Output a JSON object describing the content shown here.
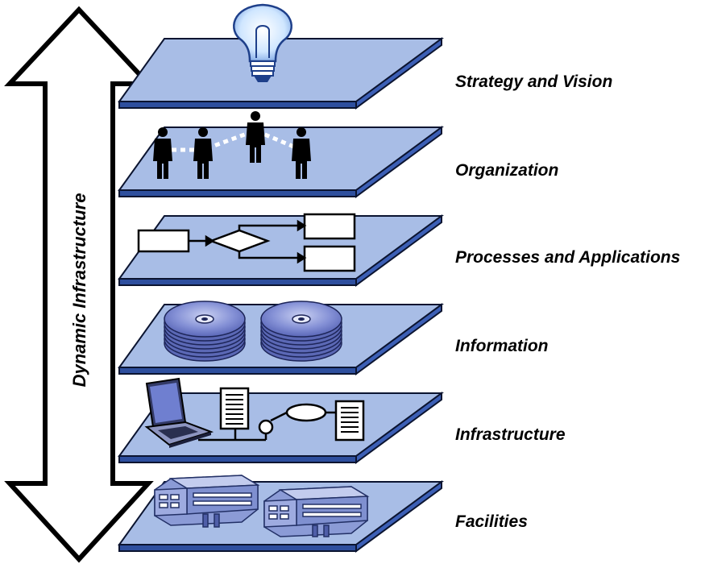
{
  "diagram": {
    "arrow_label": "Dynamic Infrastructure",
    "layers": [
      {
        "label": "Strategy and Vision",
        "icon": "lightbulb-icon"
      },
      {
        "label": "Organization",
        "icon": "people-network-icon"
      },
      {
        "label": "Processes and Applications",
        "icon": "flowchart-icon"
      },
      {
        "label": "Information",
        "icon": "disk-stack-icon"
      },
      {
        "label": "Infrastructure",
        "icon": "laptop-network-icon"
      },
      {
        "label": "Facilities",
        "icon": "building-icon"
      }
    ],
    "colors": {
      "plate_top": "#a8bde6",
      "plate_edge": "#2e4f9e",
      "outline": "#0b1430",
      "disk": "#7d8bd1",
      "bulb_glow": "#cfe6ff"
    }
  }
}
